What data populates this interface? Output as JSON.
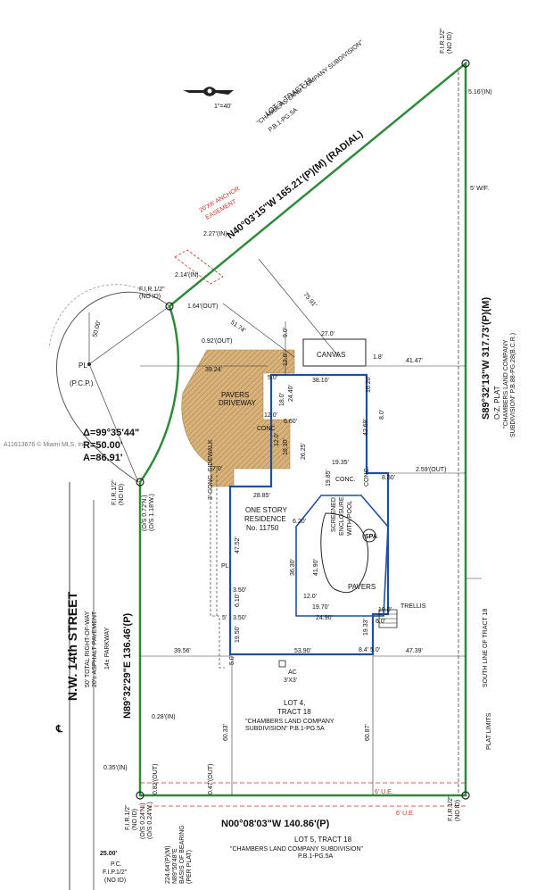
{
  "colors": {
    "boundary": "#2e8b3a",
    "building": "#1f4fa0",
    "easement": "#c8342a",
    "pavers": "#d8b27a",
    "line": "#222222"
  },
  "scale_label": "1\"=40'",
  "watermark": "A11613676 © Miami MLS, Inc.",
  "street": {
    "name": "N.W. 14th STREET",
    "row_line1": "50' TOTAL RIGHT-OF-WAY",
    "row_line2": "20'± ASPHALT PAVEMENT",
    "parkway": "14± PARKWAY",
    "centerline_symbol": "℄"
  },
  "curve": {
    "pl": "PL",
    "pcp": "(P.C.P.)",
    "delta": "Δ=99°35'44\"",
    "radius": "R=50.00'",
    "arc": "A=86.91'",
    "radius_label": "50.00'"
  },
  "bearings": {
    "north": "N40°03'15\"W 165.21'(P)(M) (RADIAL)",
    "east": "S89°32'13\"W 317.73'(P)(M)",
    "west": "N89°32'29\"E 136.46'(P)",
    "south": "N00°08'03\"W 140.86'(P)"
  },
  "lots": {
    "lot3": {
      "l1": "LOT 3, TRACT 18",
      "l2": "\"CHAMBERS LAND COMPANY SUBDIVISION\"",
      "l3": "P.B.1-PG.5A"
    },
    "lot4": {
      "l1": "LOT 4,",
      "l2": "TRACT 18",
      "l3": "\"CHAMBERS LAND COMPANY",
      "l4": "SUBDIVISION\" P.B.1-PG.5A"
    },
    "lot5": {
      "l1": "LOT 5, TRACT 18",
      "l2": "\"CHAMBERS LAND COMPANY SUBDIVISION\"",
      "l3": "P.B.1-PG.5A"
    },
    "oz": {
      "l1": "O-Z, PLAT",
      "l2": "\"CHAMBERS LAND COMPANY",
      "l3": "SUBDIVISION\" P.B.88-PG.28(B.C.R.)"
    }
  },
  "monuments": {
    "fir_top_right": "F.I.R.1/2\"",
    "noid": "(NO ID)",
    "fir_top_left": "F.I.R.1/2\"",
    "fir_left": "F.I.R.1/2\"",
    "fir_bottom_left": "F.I.R.1/2\"",
    "fir_bottom_right": "F.I.R.1/2\"",
    "fip_pc": "F.I.P.1/2\"",
    "pc": "P.C."
  },
  "easement": {
    "l1": "20'X6' ANCHOR",
    "l2": "EASEMENT"
  },
  "structures": {
    "residence_l1": "ONE STORY",
    "residence_l2": "RESIDENCE",
    "residence_l3": "No. 11750",
    "canvas": "CANVAS",
    "pavers_driveway_l1": "PAVERS",
    "pavers_driveway_l2": "DRIVEWAY",
    "conc": "CONC",
    "conc2": "CONC.",
    "conc3": "CONC.",
    "pool_l1": "SCREENED",
    "pool_l2": "ENCLOSURE",
    "pool_l3": "WITH POOL",
    "spa": "SPA",
    "pavers": "PAVERS",
    "trellis": "TRELLIS",
    "sidewalk": "3' CONC. SIDEWALK",
    "pl": "PL",
    "ac_l1": "AC",
    "ac_l2": "3'X3'",
    "wf": "5' W/F.",
    "plat_limits": "PLAT LIMITS",
    "south_line": "SOUTH LINE OF TRACT 18",
    "ue1": "6' U.E.",
    "ue2": "6' U.E."
  },
  "dims": {
    "d_516": "5.16'(IN)",
    "d_227": "2.27'(IN)",
    "d_214": "2.14'(IN)",
    "d_164": "1.64'(OUT)",
    "d_092": "0.92'(OUT)",
    "d_5174": "51.74'",
    "d_7591": "75.91'",
    "d_900": "9.0'",
    "d_270": "27.0'",
    "d_18": "1.8'",
    "d_3924": "39.24'",
    "d_50": "5.0'",
    "d_120": "12.0'",
    "d_3810": "38.10'",
    "d_4147": "41.47'",
    "d_2440": "24.40'",
    "d_180": "18.0'",
    "d_1620": "16.20'",
    "d_120b": "12.0'",
    "d_660": "6.60'",
    "d_4269": "42.69'",
    "d_80": "8.0'",
    "d_120c": "12.0'",
    "d_1830": "18.30'",
    "d_2625": "26.25'",
    "d_1935": "19.35'",
    "d_850": "8.50'",
    "d_259": "2.59'(OUT)",
    "d_70": "7.0'",
    "d_2885": "28.85'",
    "d_1985": "19.85'",
    "d_620": "6.20'",
    "d_4752": "47.52'",
    "d_3630": "36.30'",
    "d_4190": "41.90'",
    "d_120d": "12.0'",
    "d_1970": "19.70'",
    "d_2490": "24.90'",
    "d_350": "3.50'",
    "d_610": "6.10'",
    "d_350b": "3.50'",
    "d_100": "10.0'",
    "d_60": "6.0'",
    "d_1933": "19.33'",
    "d_815": "8.4'  5.0'",
    "d_1950": "19.50'",
    "d_5": "5'",
    "d_3956": "39.56'",
    "d_5390": "53.90'",
    "d_4739": "47.39'",
    "d_50b": "5.0'",
    "d_028": "0.28'(IN)",
    "d_6033": "60.33'",
    "d_6087": "60.87'",
    "d_035": "0.35'(IN)",
    "d_082": "0.82'(OUT)",
    "d_047": "0.47'(OUT)",
    "d_072": "(O/S 0.72'N.)",
    "d_118": "(O/S 1.18'W.)",
    "d_024n": "(O/S 0.24'N.)",
    "d_024w": "(O/S 0.24'W.)",
    "d_2500": "25.00'",
    "d_22464": "224.64'(P)(M)",
    "d_n89": "N89°50'48\"E",
    "d_basis": "BASIS OF BEARING",
    "d_perplat": "(PER PLAT)"
  }
}
